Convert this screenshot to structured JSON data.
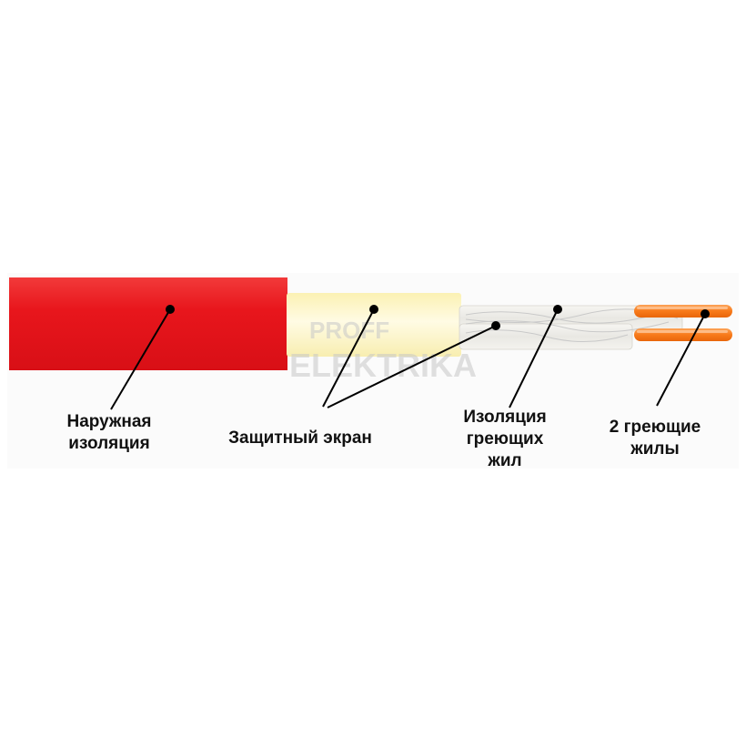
{
  "colors": {
    "outer_jacket": "#e8161c",
    "shield": "#fdf6c6",
    "core_insulation": "#ecebe6",
    "cores": "#f87a1a",
    "label_text": "#111111",
    "leader": "#000000"
  },
  "labels": {
    "outer_insulation": {
      "lines": [
        "Наружная",
        "изоляция"
      ]
    },
    "shield": {
      "lines": [
        "Защитный экран"
      ]
    },
    "core_insulation": {
      "lines": [
        "Изоляция",
        "греющих",
        "жил"
      ]
    },
    "heating_cores": {
      "lines": [
        "2 греющие",
        "жилы"
      ]
    }
  },
  "watermark": {
    "line1": "PROFF",
    "line2": "ELEKTRIKA"
  }
}
